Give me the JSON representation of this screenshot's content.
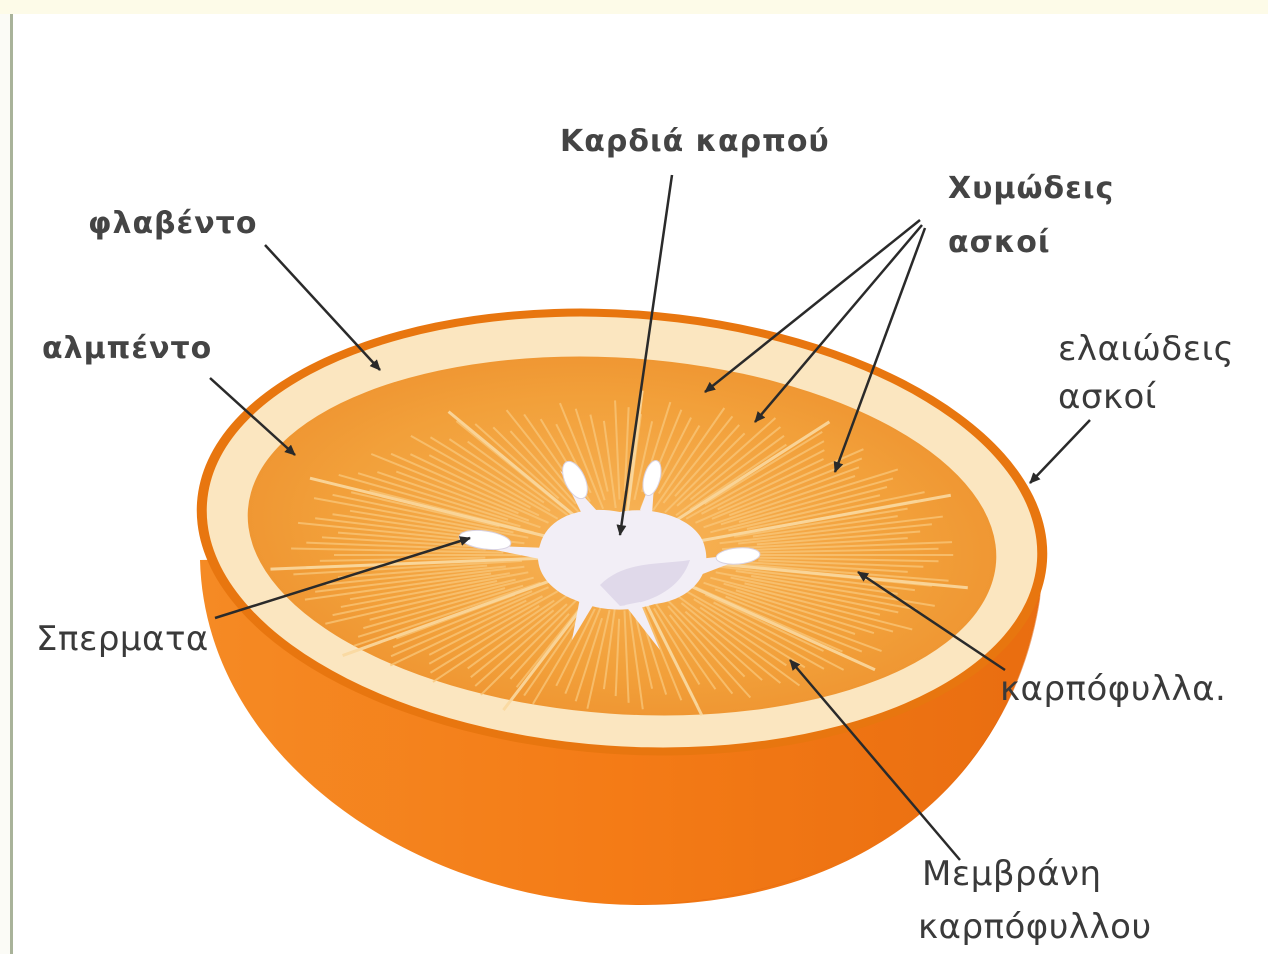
{
  "labels": {
    "core": "Καρδιά καρπού",
    "juice_sacs_line1": "Χυμώδεις",
    "juice_sacs_line2": "ασκοί",
    "flavedo": "φλαβέντο",
    "albedo": "αλμπέντο",
    "oil_glands_line1": "ελαιώδεις",
    "oil_glands_line2": "ασκοί",
    "seeds": "Σπερματα",
    "segments": "καρπόφυλλα.",
    "membrane_line1": "Μεμβράνη",
    "membrane_line2": "καρπόφυλλου"
  },
  "colors": {
    "peel_outer": "#f07c1c",
    "peel_dark": "#e0650f",
    "albedo": "#fbe8c4",
    "pulp": "#f3a440",
    "pulp_light": "#f8c46e",
    "core": "#f4f1f6",
    "arrow": "#2a2a2a"
  }
}
